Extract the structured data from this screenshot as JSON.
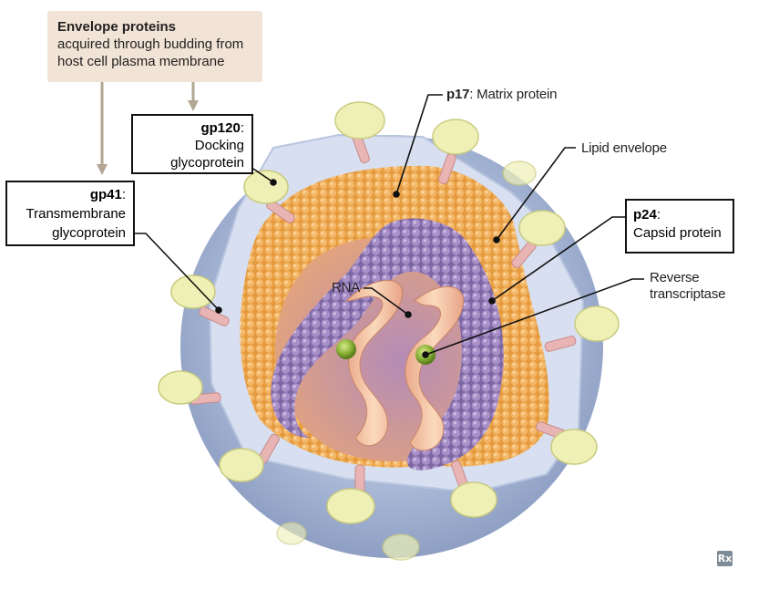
{
  "labels": {
    "envelope_title": "Envelope proteins",
    "envelope_line1": "acquired through budding from",
    "envelope_line2": "host cell plasma membrane",
    "gp120_name": "gp120",
    "gp120_colon": ":",
    "gp120_line1": "Docking",
    "gp120_line2": "glycoprotein",
    "gp41_name": "gp41",
    "gp41_colon": ":",
    "gp41_line1": "Transmembrane",
    "gp41_line2": "glycoprotein",
    "p17_name": "p17",
    "p17_desc": ": Matrix protein",
    "lipid": "Lipid envelope",
    "p24_name": "p24",
    "p24_colon": ":",
    "p24_line1": "Capsid protein",
    "rna": "RNA",
    "rt_line1": "Reverse",
    "rt_line2": "transcriptase"
  },
  "badge": "Rx",
  "colors": {
    "envelope_box": "#f1e4d6",
    "arrow": "#b3a692",
    "outer_virion": "#aab9d6",
    "lipid_layer": "#d6def0",
    "matrix": "#eba54e",
    "capsid": "#9d83bd",
    "rna": "#f3c9a4",
    "gp120": "#eef0b6",
    "gp41": "#e8b4b4",
    "reverse_transcriptase": "#8db43a"
  }
}
